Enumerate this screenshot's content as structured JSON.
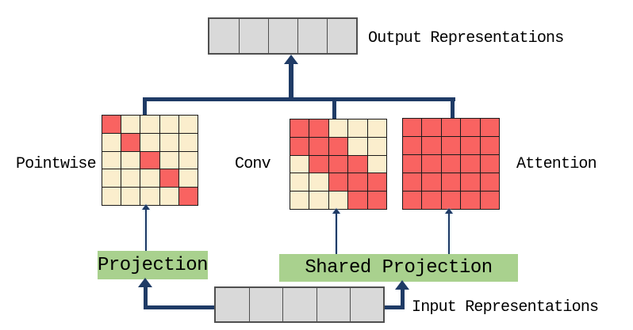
{
  "title": "Sparse projection architecture diagram",
  "colors": {
    "navy": "#1f3b66",
    "red": "#f96361",
    "cream": "#fbeecd",
    "green": "#a9d18e",
    "gray": "#d9d9d9",
    "rowborder": "#4f4f4f",
    "mborder": "#1a1a1a",
    "halo": "#a5c4e4"
  },
  "output_row": {
    "label": "Output Representations",
    "cells": 5
  },
  "input_row": {
    "label": "Input Representations",
    "cells": 5
  },
  "matrices": [
    {
      "id": "pointwise",
      "label": "Pointwise",
      "rows": 5,
      "cols": 5,
      "pattern": [
        [
          1,
          0,
          0,
          0,
          0
        ],
        [
          0,
          1,
          0,
          0,
          0
        ],
        [
          0,
          0,
          1,
          0,
          0
        ],
        [
          0,
          0,
          0,
          1,
          0
        ],
        [
          0,
          0,
          0,
          0,
          1
        ]
      ]
    },
    {
      "id": "conv",
      "label": "Conv",
      "rows": 5,
      "cols": 5,
      "pattern": [
        [
          1,
          1,
          0,
          0,
          0
        ],
        [
          1,
          1,
          1,
          0,
          0
        ],
        [
          0,
          1,
          1,
          1,
          0
        ],
        [
          0,
          0,
          1,
          1,
          1
        ],
        [
          0,
          0,
          0,
          1,
          1
        ]
      ]
    },
    {
      "id": "attention",
      "label": "Attention",
      "rows": 5,
      "cols": 5,
      "pattern": [
        [
          1,
          1,
          1,
          1,
          1
        ],
        [
          1,
          1,
          1,
          1,
          1
        ],
        [
          1,
          1,
          1,
          1,
          1
        ],
        [
          1,
          1,
          1,
          1,
          1
        ],
        [
          1,
          1,
          1,
          1,
          1
        ]
      ]
    }
  ],
  "projection_boxes": [
    {
      "id": "projection",
      "label": "Projection"
    },
    {
      "id": "shared-projection",
      "label": "Shared Projection"
    }
  ]
}
